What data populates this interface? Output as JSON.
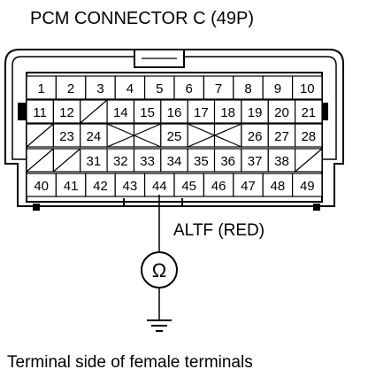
{
  "title": "PCM CONNECTOR C (49P)",
  "signal_label": "ALTF (RED)",
  "meter_symbol": "Ω",
  "caption": "Terminal side of female terminals",
  "rows": [
    [
      "1",
      "2",
      "3",
      "4",
      "5",
      "6",
      "7",
      "8",
      "9",
      "10"
    ],
    [
      "11",
      "12",
      "",
      "14",
      "15",
      "16",
      "17",
      "18",
      "19",
      "20",
      "21"
    ],
    [
      "",
      "23",
      "24",
      "",
      "",
      "25",
      "",
      "",
      "26",
      "27",
      "28"
    ],
    [
      "",
      "",
      "31",
      "32",
      "33",
      "34",
      "35",
      "36",
      "37",
      "38",
      ""
    ],
    [
      "40",
      "41",
      "42",
      "43",
      "44",
      "45",
      "46",
      "47",
      "48",
      "49"
    ]
  ],
  "probe_terminal": "44"
}
